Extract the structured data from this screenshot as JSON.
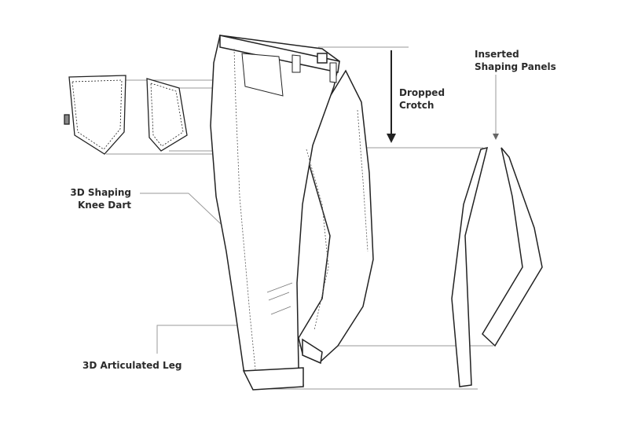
{
  "labels": {
    "inserted_panels": [
      "Inserted",
      "Shaping Panels"
    ],
    "dropped_crotch": [
      "Dropped",
      "Crotch"
    ],
    "knee_dart": [
      "3D Shaping",
      "Knee Dart"
    ],
    "articulated_leg": "3D Articulated Leg"
  },
  "colors": {
    "line": "#222222",
    "leader": "#9a9a9a",
    "text": "#2b2b2b"
  }
}
